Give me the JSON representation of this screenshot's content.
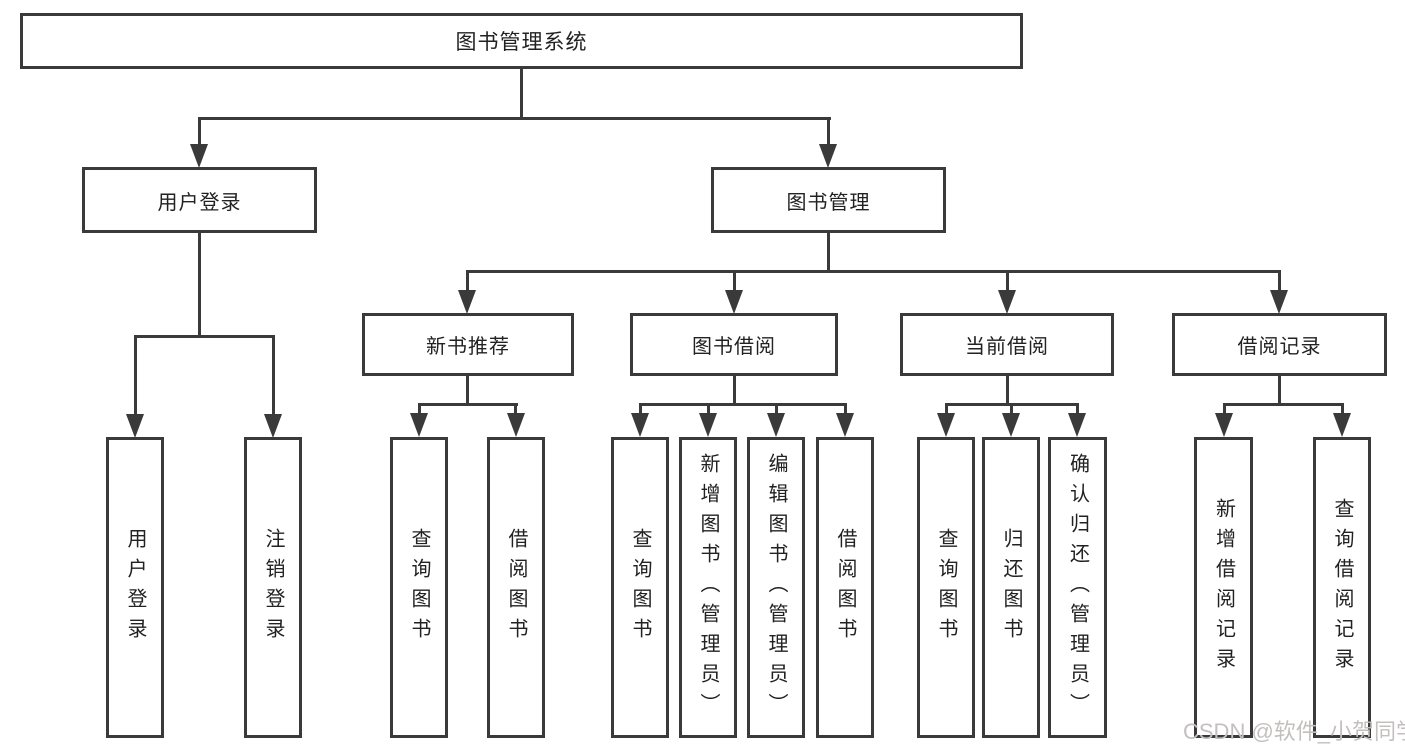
{
  "diagram_title": "图书管理系统",
  "tree": {
    "root_label": "图书管理系统",
    "branches": [
      {
        "label": "用户登录",
        "children": [
          {
            "label": "用户登录"
          },
          {
            "label": "注销登录"
          }
        ]
      },
      {
        "label": "图书管理",
        "children": [
          {
            "label": "新书推荐",
            "children": [
              {
                "label": "查询图书"
              },
              {
                "label": "借阅图书"
              }
            ]
          },
          {
            "label": "图书借阅",
            "children": [
              {
                "label": "查询图书"
              },
              {
                "label": "新增图书（管理员）"
              },
              {
                "label": "编辑图书（管理员）"
              },
              {
                "label": "借阅图书"
              }
            ]
          },
          {
            "label": "当前借阅",
            "children": [
              {
                "label": "查询图书"
              },
              {
                "label": "归还图书"
              },
              {
                "label": "确认归还（管理员）"
              }
            ]
          },
          {
            "label": "借阅记录",
            "children": [
              {
                "label": "新增借阅记录"
              },
              {
                "label": "查询借阅记录"
              }
            ]
          }
        ]
      }
    ]
  },
  "watermark": {
    "text": "CSDN @软件_小贺同学"
  },
  "colors": {
    "line": "#3a3a3a",
    "text": "#222222",
    "background": "#ffffff",
    "watermark": "#c4bfbf"
  }
}
